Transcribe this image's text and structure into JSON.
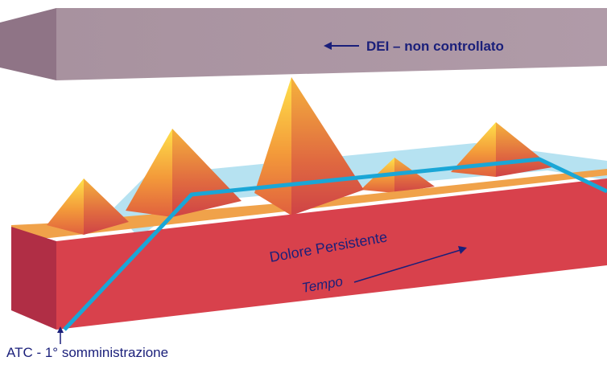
{
  "labels": {
    "dei_uncontrolled": "DEI – non controllato",
    "persistent_pain": "Dolore Persistente",
    "time": "Tempo",
    "atc_first_dose": "ATC - 1° somministrazione"
  },
  "colors": {
    "top_bar_front": "#ad9aa6",
    "top_bar_side": "#8f7486",
    "box_front": "#d8414c",
    "box_top": "#f0a24a",
    "box_side": "#b02e45",
    "pyramid_light": "#ffd23a",
    "pyramid_dark": "#d8414c",
    "atc_line": "#1aa6d6",
    "atc_plane": "#8fd3ea",
    "label_text": "#1a1f7a"
  }
}
